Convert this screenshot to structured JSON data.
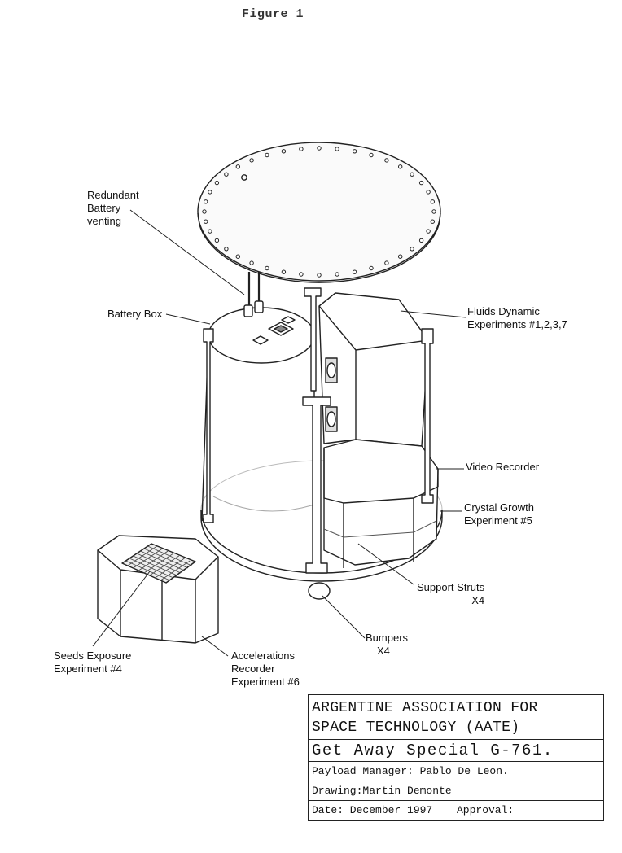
{
  "figure": {
    "title": "Figure 1"
  },
  "labels": {
    "redundant_battery_venting": [
      "Redundant",
      "Battery",
      "venting"
    ],
    "battery_box": "Battery Box",
    "fluids_dynamic": [
      "Fluids Dynamic",
      "Experiments #1,2,3,7"
    ],
    "video_recorder": "Video Recorder",
    "crystal_growth": [
      "Crystal Growth",
      "Experiment #5"
    ],
    "support_struts": [
      "Support Struts",
      "X4"
    ],
    "bumpers": [
      "Bumpers",
      "X4"
    ],
    "seeds_exposure": [
      "Seeds Exposure",
      "Experiment #4"
    ],
    "accelerations_recorder": [
      "Accelerations",
      "Recorder",
      "Experiment #6"
    ]
  },
  "title_block": {
    "organization": [
      "ARGENTINE ASSOCIATION FOR",
      "SPACE TECHNOLOGY (AATE)"
    ],
    "project": "Get Away Special G-761.",
    "payload_manager": "Payload Manager: Pablo De Leon.",
    "drawing": "Drawing:Martin Demonte",
    "date": "Date: December 1997",
    "approval": "Approval:"
  }
}
